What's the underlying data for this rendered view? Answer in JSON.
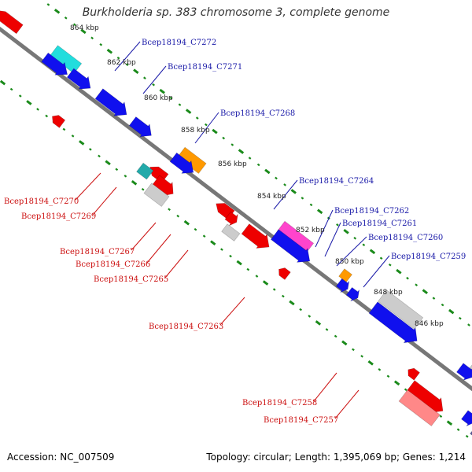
{
  "title": "Burkholderia sp. 383 chromosome 3, complete genome",
  "footer": {
    "accession": "Accession: NC_007509",
    "summary": "Topology: circular; Length: 1,395,069 bp; Genes: 1,214"
  },
  "colors": {
    "backbone": "#777777",
    "ruler": "#1a8a1a",
    "forward_label": "#1a1aa8",
    "reverse_label": "#cc1111"
  },
  "ticks": [
    "864 kbp",
    "862 kbp",
    "860 kbp",
    "858 kbp",
    "856 kbp",
    "854 kbp",
    "852 kbp",
    "850 kbp",
    "848 kbp",
    "846 kbp"
  ],
  "forward_labels": [
    "Bcep18194_C7272",
    "Bcep18194_C7271",
    "Bcep18194_C7268",
    "Bcep18194_C7264",
    "Bcep18194_C7262",
    "Bcep18194_C7261",
    "Bcep18194_C7260",
    "Bcep18194_C7259"
  ],
  "reverse_labels": [
    "Bcep18194_C7270",
    "Bcep18194_C7269",
    "Bcep18194_C7267",
    "Bcep18194_C7266",
    "Bcep18194_C7265",
    "Bcep18194_C7263",
    "Bcep18194_C7258",
    "Bcep18194_C7257"
  ]
}
